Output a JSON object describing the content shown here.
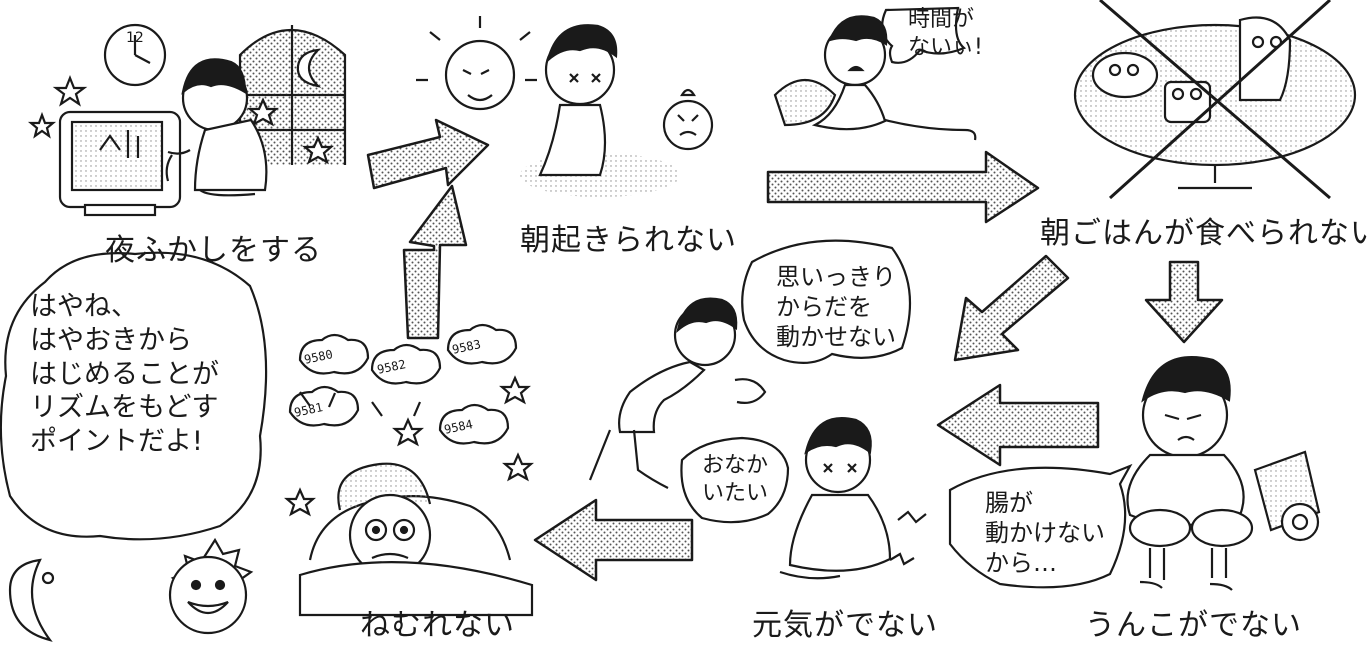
{
  "captions": {
    "stay_up_late": "夜ふかしをする",
    "cant_wake": "朝起きられない",
    "no_breakfast": "朝ごはんが食べられない",
    "no_poop": "うんこがでない",
    "no_energy": "元気がでない",
    "cant_sleep": "ねむれない"
  },
  "bubbles": {
    "no_time": [
      "時間が",
      "ないぃ!"
    ],
    "cant_move": [
      "思いっきり",
      "からだを",
      "動かせない"
    ],
    "stomach": [
      "おなか",
      "いたい"
    ],
    "intestine": [
      "腸が",
      "動かけない",
      "から…"
    ],
    "advice": [
      "はやね、",
      "はやおきから",
      "はじめることが",
      "リズムをもどす",
      "ポイントだよ!"
    ]
  },
  "clock_label": "12",
  "sheep_numbers": [
    "9580",
    "9582",
    "9583",
    "9581",
    "9584"
  ],
  "colors": {
    "ink": "#1a1a1a",
    "screen_tone": "#bdbdbd",
    "paper": "#ffffff"
  }
}
